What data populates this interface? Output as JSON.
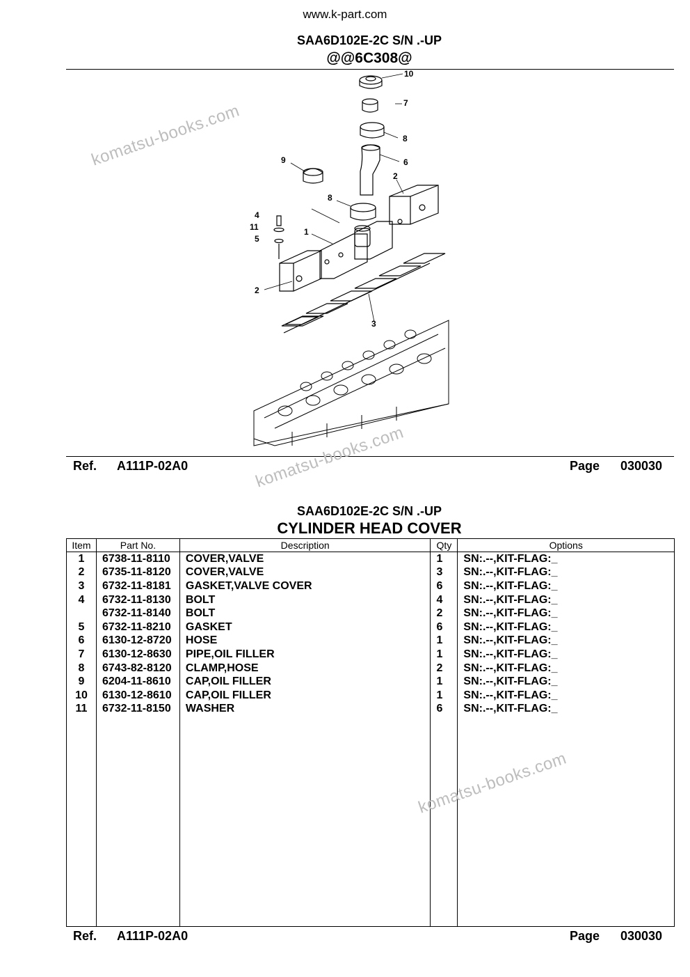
{
  "header": {
    "site": "www.k-part.com",
    "model": "SAA6D102E-2C S/N .-UP",
    "code": "@@6C308@"
  },
  "diagram": {
    "callouts": [
      "10",
      "7",
      "8",
      "6",
      "9",
      "2",
      "8",
      "4",
      "11",
      "1",
      "5",
      "2",
      "3"
    ]
  },
  "watermark": {
    "text": "komatsu-books.com"
  },
  "footer": {
    "ref_label": "Ref.",
    "ref_value": "A111P-02A0",
    "page_label": "Page",
    "page_value": "030030"
  },
  "table_section": {
    "model": "SAA6D102E-2C S/N .-UP",
    "title": "CYLINDER HEAD COVER"
  },
  "table": {
    "headers": [
      "Item",
      "Part No.",
      "Description",
      "Qty",
      "Options"
    ],
    "rows": [
      {
        "item": "1",
        "part_no": "6738-11-8110",
        "description": "COVER,VALVE",
        "qty": "1",
        "options": "SN:.--,KIT-FLAG:_"
      },
      {
        "item": "2",
        "part_no": "6735-11-8120",
        "description": "COVER,VALVE",
        "qty": "3",
        "options": "SN:.--,KIT-FLAG:_"
      },
      {
        "item": "3",
        "part_no": "6732-11-8181",
        "description": "GASKET,VALVE COVER",
        "qty": "6",
        "options": "SN:.--,KIT-FLAG:_"
      },
      {
        "item": "4",
        "part_no": "6732-11-8130",
        "description": "BOLT",
        "qty": "4",
        "options": "SN:.--,KIT-FLAG:_"
      },
      {
        "item": "",
        "part_no": "6732-11-8140",
        "description": "BOLT",
        "qty": "2",
        "options": "SN:.--,KIT-FLAG:_"
      },
      {
        "item": "5",
        "part_no": "6732-11-8210",
        "description": "GASKET",
        "qty": "6",
        "options": "SN:.--,KIT-FLAG:_"
      },
      {
        "item": "6",
        "part_no": "6130-12-8720",
        "description": "HOSE",
        "qty": "1",
        "options": "SN:.--,KIT-FLAG:_"
      },
      {
        "item": "7",
        "part_no": "6130-12-8630",
        "description": "PIPE,OIL FILLER",
        "qty": "1",
        "options": "SN:.--,KIT-FLAG:_"
      },
      {
        "item": "8",
        "part_no": "6743-82-8120",
        "description": "CLAMP,HOSE",
        "qty": "2",
        "options": "SN:.--,KIT-FLAG:_"
      },
      {
        "item": "9",
        "part_no": "6204-11-8610",
        "description": "CAP,OIL FILLER",
        "qty": "1",
        "options": "SN:.--,KIT-FLAG:_"
      },
      {
        "item": "10",
        "part_no": "6130-12-8610",
        "description": "CAP,OIL FILLER",
        "qty": "1",
        "options": "SN:.--,KIT-FLAG:_"
      },
      {
        "item": "11",
        "part_no": "6732-11-8150",
        "description": "WASHER",
        "qty": "6",
        "options": "SN:.--,KIT-FLAG:_"
      }
    ]
  }
}
